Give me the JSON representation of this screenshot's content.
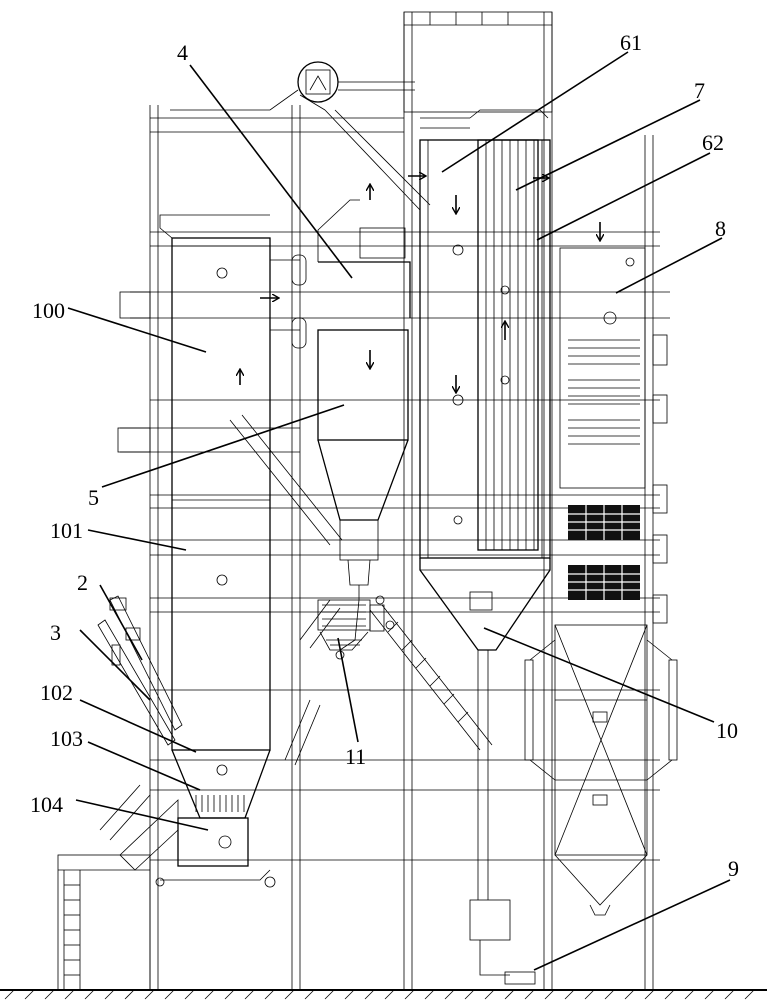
{
  "labels": {
    "l4": "4",
    "l61": "61",
    "l7": "7",
    "l62": "62",
    "l8": "8",
    "l100": "100",
    "l5": "5",
    "l101": "101",
    "l2": "2",
    "l3": "3",
    "l102": "102",
    "l103": "103",
    "l104": "104",
    "l11": "11",
    "l10": "10",
    "l9": "9"
  }
}
